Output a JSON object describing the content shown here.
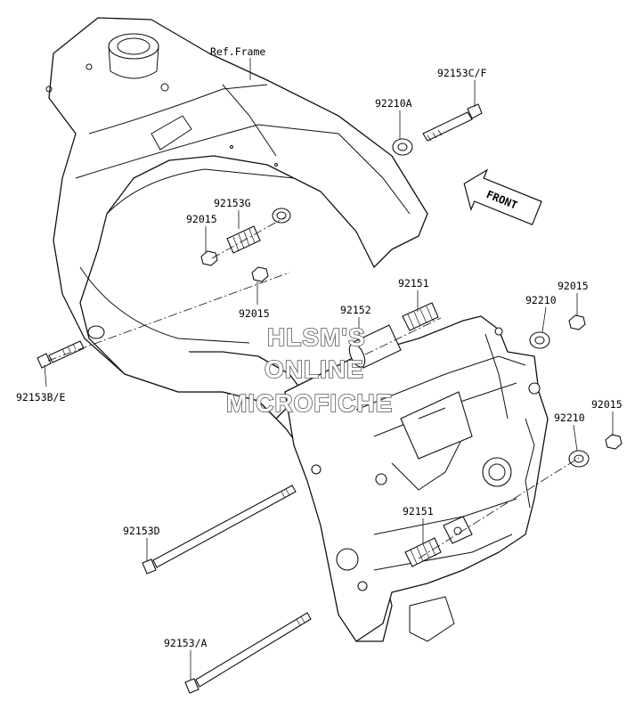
{
  "diagram": {
    "labels": [
      {
        "id": "ref-frame",
        "text": "Ref.Frame"
      },
      {
        "id": "p92153cf",
        "text": "92153C/F"
      },
      {
        "id": "p92210a",
        "text": "92210A"
      },
      {
        "id": "p92153g",
        "text": "92153G"
      },
      {
        "id": "p92015a",
        "text": "92015"
      },
      {
        "id": "p92015b",
        "text": "92015"
      },
      {
        "id": "p92151a",
        "text": "92151"
      },
      {
        "id": "p92152",
        "text": "92152"
      },
      {
        "id": "p92210b",
        "text": "92210"
      },
      {
        "id": "p92015c",
        "text": "92015"
      },
      {
        "id": "p92153be",
        "text": "92153B/E"
      },
      {
        "id": "p92015d",
        "text": "92015"
      },
      {
        "id": "p92210c",
        "text": "92210"
      },
      {
        "id": "p92151b",
        "text": "92151"
      },
      {
        "id": "p92153d",
        "text": "92153D"
      },
      {
        "id": "p92153a",
        "text": "92153/A"
      }
    ],
    "front_marker": "FRONT",
    "watermark": {
      "line1": "HLSM'S",
      "line2": "ONLINE",
      "line3": "MICROFICHE"
    }
  }
}
